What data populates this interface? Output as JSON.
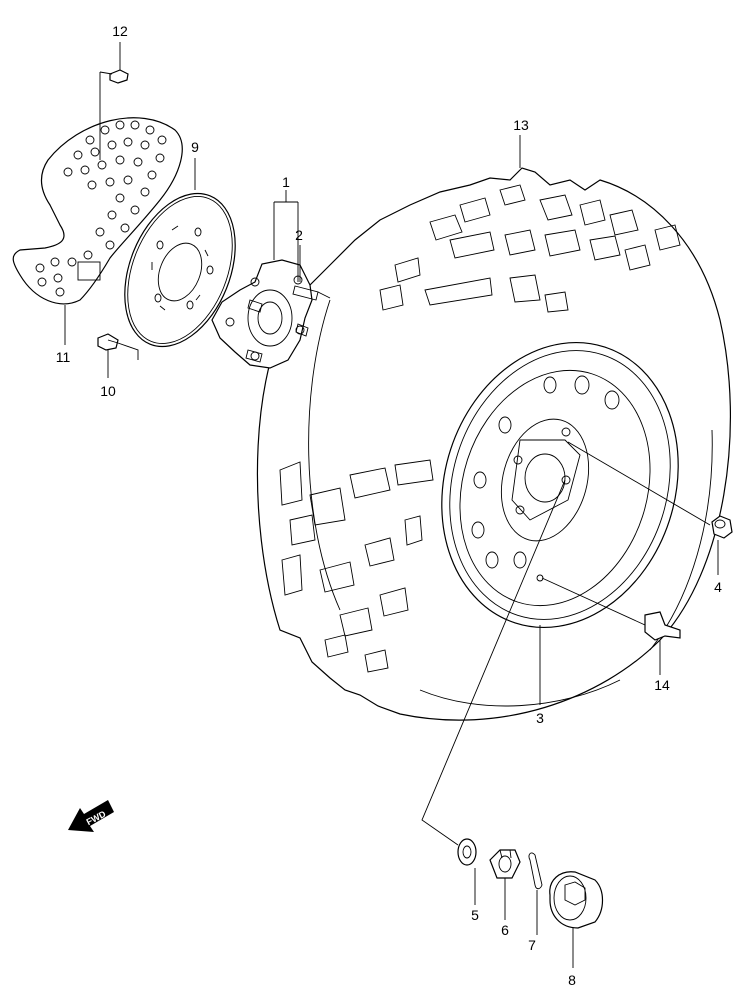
{
  "diagram": {
    "callouts": [
      {
        "id": "c1",
        "label": "1"
      },
      {
        "id": "c2",
        "label": "2"
      },
      {
        "id": "c3",
        "label": "3"
      },
      {
        "id": "c4",
        "label": "4"
      },
      {
        "id": "c5",
        "label": "5"
      },
      {
        "id": "c6",
        "label": "6"
      },
      {
        "id": "c7",
        "label": "7"
      },
      {
        "id": "c8",
        "label": "8"
      },
      {
        "id": "c9",
        "label": "9"
      },
      {
        "id": "c10",
        "label": "10"
      },
      {
        "id": "c11",
        "label": "11"
      },
      {
        "id": "c12",
        "label": "12"
      },
      {
        "id": "c13",
        "label": "13"
      },
      {
        "id": "c14",
        "label": "14"
      }
    ],
    "fwd_label": "FWD"
  }
}
